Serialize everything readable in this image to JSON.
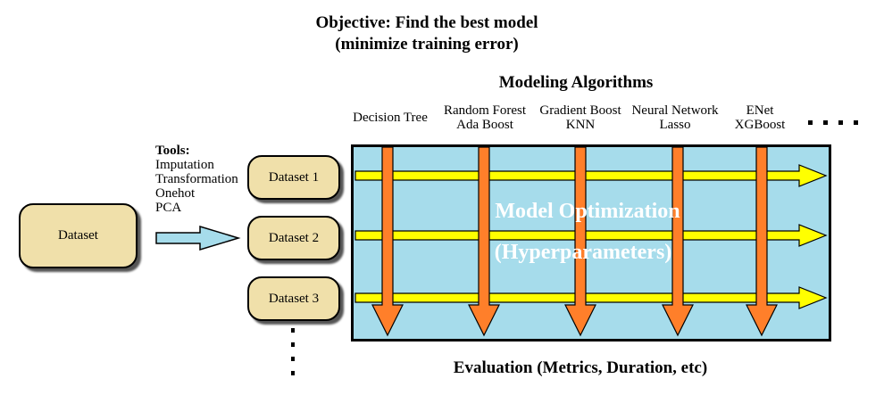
{
  "title": {
    "line1": "Objective: Find the best model",
    "line2": "(minimize training error)"
  },
  "algorithms": {
    "heading": "Modeling Algorithms",
    "columns": [
      {
        "line1": "Decision Tree",
        "line2": ""
      },
      {
        "line1": "Random Forest",
        "line2": "Ada Boost"
      },
      {
        "line1": "Gradient Boost",
        "line2": "KNN"
      },
      {
        "line1": "Neural Network",
        "line2": "Lasso"
      },
      {
        "line1": "ENet",
        "line2": "XGBoost"
      }
    ]
  },
  "tools": {
    "heading": "Tools:",
    "items": [
      "Imputation",
      "Transformation",
      "Onehot",
      "PCA"
    ]
  },
  "source_dataset": "Dataset",
  "datasets": [
    "Dataset 1",
    "Dataset 2",
    "Dataset 3"
  ],
  "optimization": {
    "line1": "Model Optimization",
    "line2": "(Hyperparameters)"
  },
  "evaluation": "Evaluation (Metrics, Duration, etc)",
  "colors": {
    "panel": "#a6dceb",
    "vertical_arrow": "#ff7f2a",
    "horizontal_arrow": "#ffff00",
    "box_fill": "#f0e0aa",
    "input_arrow": "#a6dceb"
  }
}
